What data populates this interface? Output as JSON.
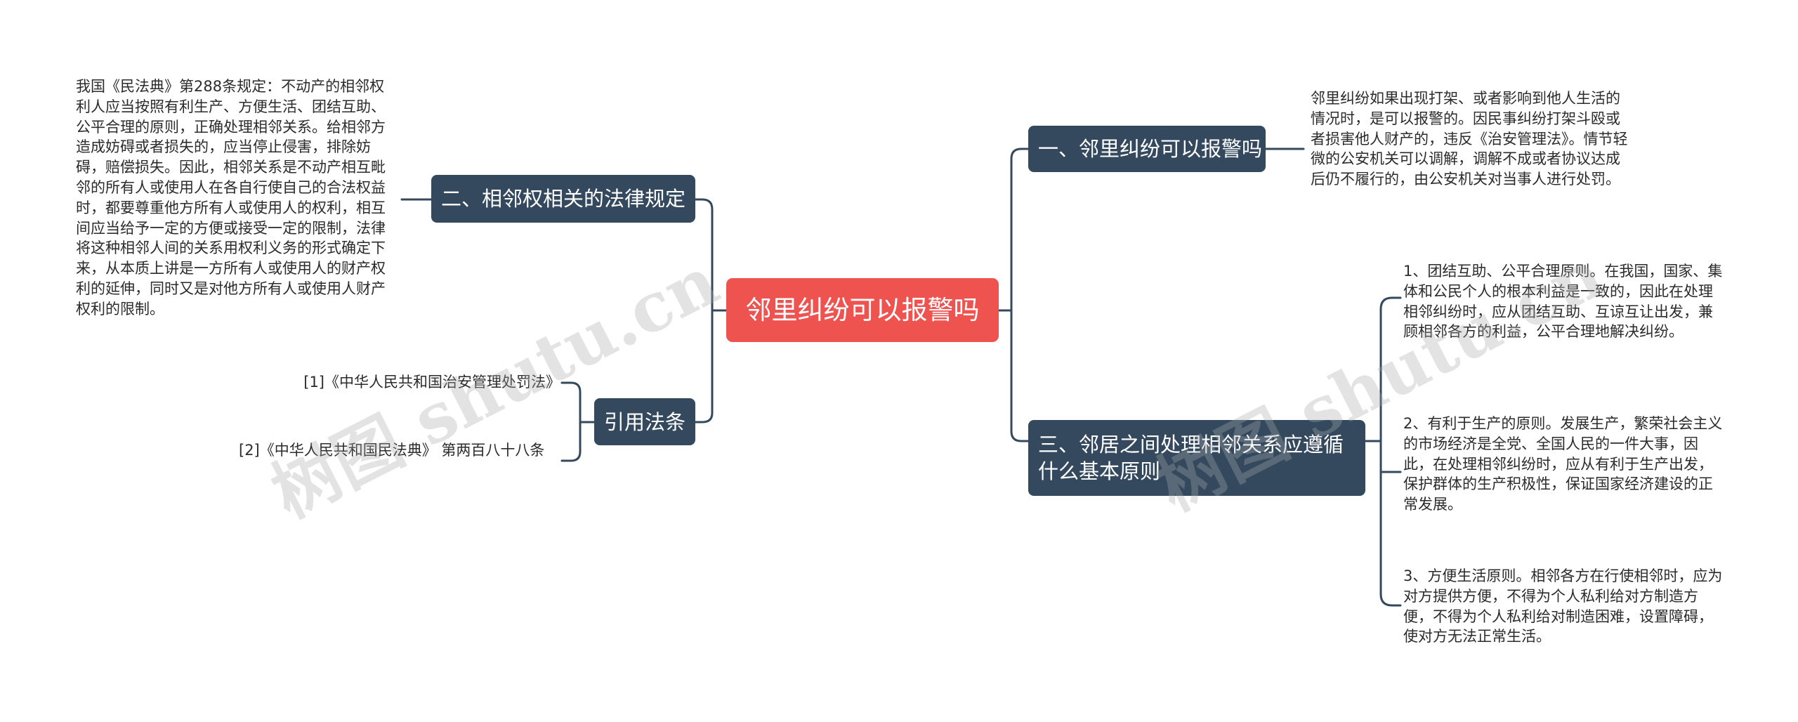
{
  "root": {
    "label": "邻里纠纷可以报警吗"
  },
  "branches": {
    "b1": {
      "label": "一、邻里纠纷可以报警吗",
      "detail": "邻里纠纷如果出现打架、或者影响到他人生活的情况时，是可以报警的。因民事纠纷打架斗殴或者损害他人财产的，违反《治安管理法》。情节轻微的公安机关可以调解，调解不成或者协议达成后仍不履行的，由公安机关对当事人进行处罚。"
    },
    "b2": {
      "label": "二、相邻权相关的法律规定",
      "detail": "我国《民法典》第288条规定：不动产的相邻权利人应当按照有利生产、方便生活、团结互助、公平合理的原则，正确处理相邻关系。给相邻方造成妨碍或者损失的，应当停止侵害，排除妨碍，赔偿损失。因此，相邻关系是不动产相互毗邻的所有人或使用人在各自行使自己的合法权益时，都要尊重他方所有人或使用人的权利，相互间应当给予一定的方便或接受一定的限制，法律将这种相邻人间的关系用权利义务的形式确定下来，从本质上讲是一方所有人或使用人的财产权利的延伸，同时又是对他方所有人或使用人财产权利的限制。"
    },
    "b3": {
      "label": "三、邻居之间处理相邻关系应遵循什么基本原则",
      "items": [
        "1、团结互助、公平合理原则。在我国，国家、集体和公民个人的根本利益是一致的，因此在处理相邻纠纷时，应从团结互助、互谅互让出发，兼顾相邻各方的利益，公平合理地解决纠纷。",
        "2、有利于生产的原则。发展生产，繁荣社会主义的市场经济是全党、全国人民的一件大事，因此，在处理相邻纠纷时，应从有利于生产出发，保护群体的生产积极性，保证国家经济建设的正常发展。",
        "3、方便生活原则。相邻各方在行使相邻时，应为对方提供方便，不得为个人私利给对方制造方便，不得为个人私利给对制造困难，设置障碍，使对方无法正常生活。"
      ]
    },
    "b4": {
      "label": "引用法条",
      "items": [
        "[1]《中华人民共和国治安管理处罚法》",
        "[2]《中华人民共和国民法典》 第两百八十八条"
      ]
    }
  },
  "watermark": {
    "text": "树图 shutu.cn"
  },
  "colors": {
    "root": "#ef5350",
    "branch": "#34495e",
    "line": "#34495e"
  }
}
